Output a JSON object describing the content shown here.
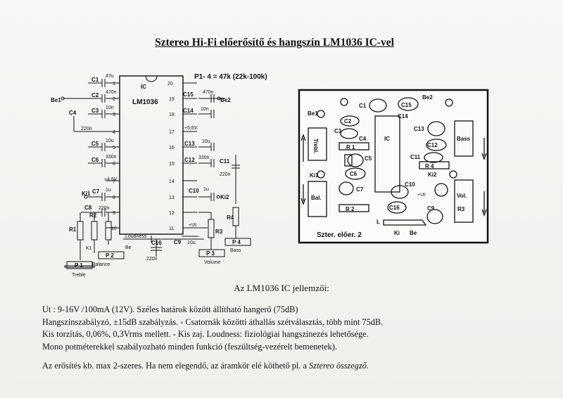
{
  "title": "Sztereo  Hi-Fi előerősítő és hangszín LM1036 IC-vel",
  "schematic": {
    "ic_label": "IC",
    "ic_name": "LM1036",
    "pot_note": "P1- 4 = 47k (22k-100k)",
    "left_pins": [
      "1",
      "2",
      "3",
      "4",
      "5",
      "6",
      "7",
      "8",
      "9",
      "10"
    ],
    "right_pins": [
      "20",
      "19",
      "18",
      "17",
      "16",
      "15",
      "14",
      "13",
      "12",
      "11"
    ],
    "components_left": [
      {
        "ref": "C1",
        "val": "47u"
      },
      {
        "ref": "C2",
        "val": "470n"
      },
      {
        "ref": "C3",
        "val": "10n"
      },
      {
        "ref": "C4",
        "val": "220n"
      },
      {
        "ref": "C5",
        "val": "10u"
      },
      {
        "ref": "C6",
        "val": "330n"
      },
      {
        "ref": "C7",
        "val": "1u"
      },
      {
        "ref": "C8",
        "val": "220n"
      }
    ],
    "components_right": [
      {
        "ref": "C15",
        "val": "470n"
      },
      {
        "ref": "C14",
        "val": "10n"
      },
      {
        "ref": "C13",
        "val": "10u"
      },
      {
        "ref": "C12",
        "val": "330n"
      },
      {
        "ref": "C11",
        "val": "220n"
      },
      {
        "ref": "C10",
        "val": "1u"
      },
      {
        "ref": "C9",
        "val": "10u"
      }
    ],
    "labels": {
      "be1": "Be1",
      "be2": "Be2",
      "ki1": "Ki1",
      "ki2": "Ki2",
      "v56": "+5,6V",
      "v46": "+4,6V",
      "ut": "+Ut",
      "r1": "R1",
      "r2": "R2",
      "r3": "R3",
      "r4": "R4",
      "k47": "47k",
      "loudness": "Loudness",
      "be": "Be",
      "c16": "C16",
      "c16v": "220n",
      "p1": "P 1",
      "p2": "P 2",
      "p3": "P 3",
      "p4": "P 4",
      "treble": "Treble",
      "balance": "Balance",
      "volume": "Volume",
      "bass": "Bass",
      "k1": "K1"
    }
  },
  "pcb": {
    "labels": [
      "C1",
      "C15",
      "Be2",
      "Be1",
      "C2",
      "C14",
      "C3",
      "C13",
      "IC",
      "R 1",
      "C4",
      "C5",
      "C12",
      "C11",
      "R 4",
      "C6",
      "Ki1",
      "Ki2",
      "C7",
      "C10",
      "+Ut",
      "C16",
      "C9",
      "R 2",
      "R3",
      "L"
    ],
    "pots": [
      "Trebl.",
      "Bal.",
      "Bass",
      "Vol."
    ],
    "footer": "Szter. előer. 2",
    "ki": "Ki",
    "be": "Be"
  },
  "description": {
    "heading": "Az LM1036 IC jellemzői:",
    "lines": [
      "Ut : 9-16V /100mA (12V).   Széles határok között állítható hangerő (75dB)",
      "Hangszínszabályzó, ±15dB szabályzás. - Csatornák közötti áthallás szétválasztás, több mint 75dB.",
      "Kis torzítás, 0,06%, 0,3Vrms mellett. - Kis zaj.  Loudness: fiziológiai hangszínezés lehetősége.",
      "Mono potméterekkel szabályozható minden funkció (feszültség-vezérelt bemenetek)."
    ],
    "final_prefix": "Az erősítés kb. max 2-szeres. Ha nem elegendő, az áramkör elé köthető pl. a ",
    "final_link": "Sztereo összegző."
  }
}
